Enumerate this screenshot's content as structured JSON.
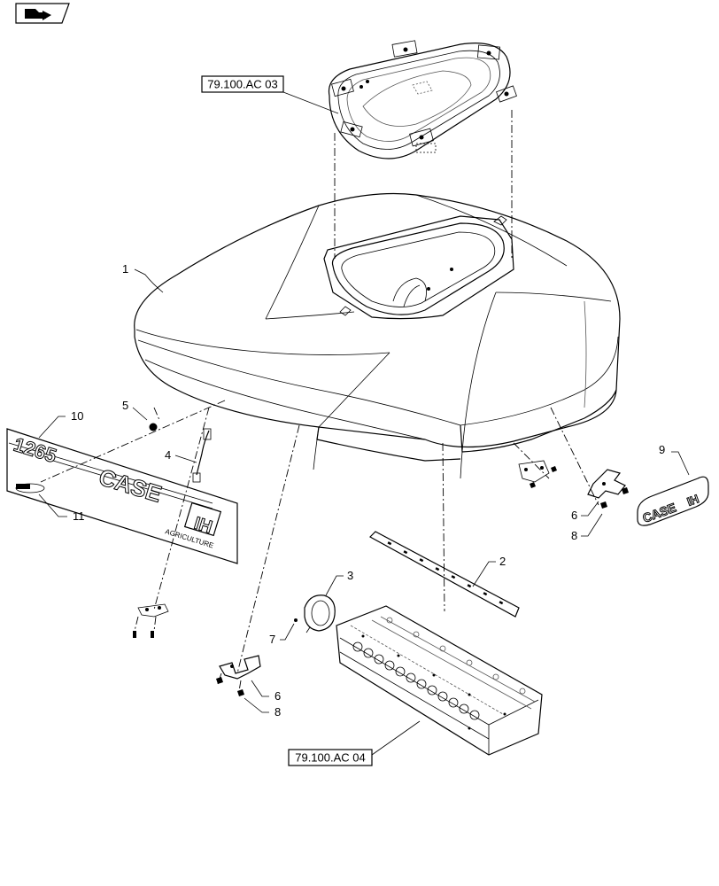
{
  "nav": {
    "icon": "page-back-arrow-icon"
  },
  "references": {
    "top": "79.100.AC 03",
    "bottom": "79.100.AC 04"
  },
  "callouts": [
    "1",
    "2",
    "3",
    "4",
    "5",
    "6",
    "6",
    "7",
    "8",
    "8",
    "9",
    "10",
    "11"
  ],
  "decal_side": {
    "model": "1265",
    "brand": "CASE",
    "brand_mark": "IH",
    "tagline": "AGRICULTURE"
  },
  "decal_small": {
    "brand": "CASE",
    "brand_mark": "IH"
  }
}
